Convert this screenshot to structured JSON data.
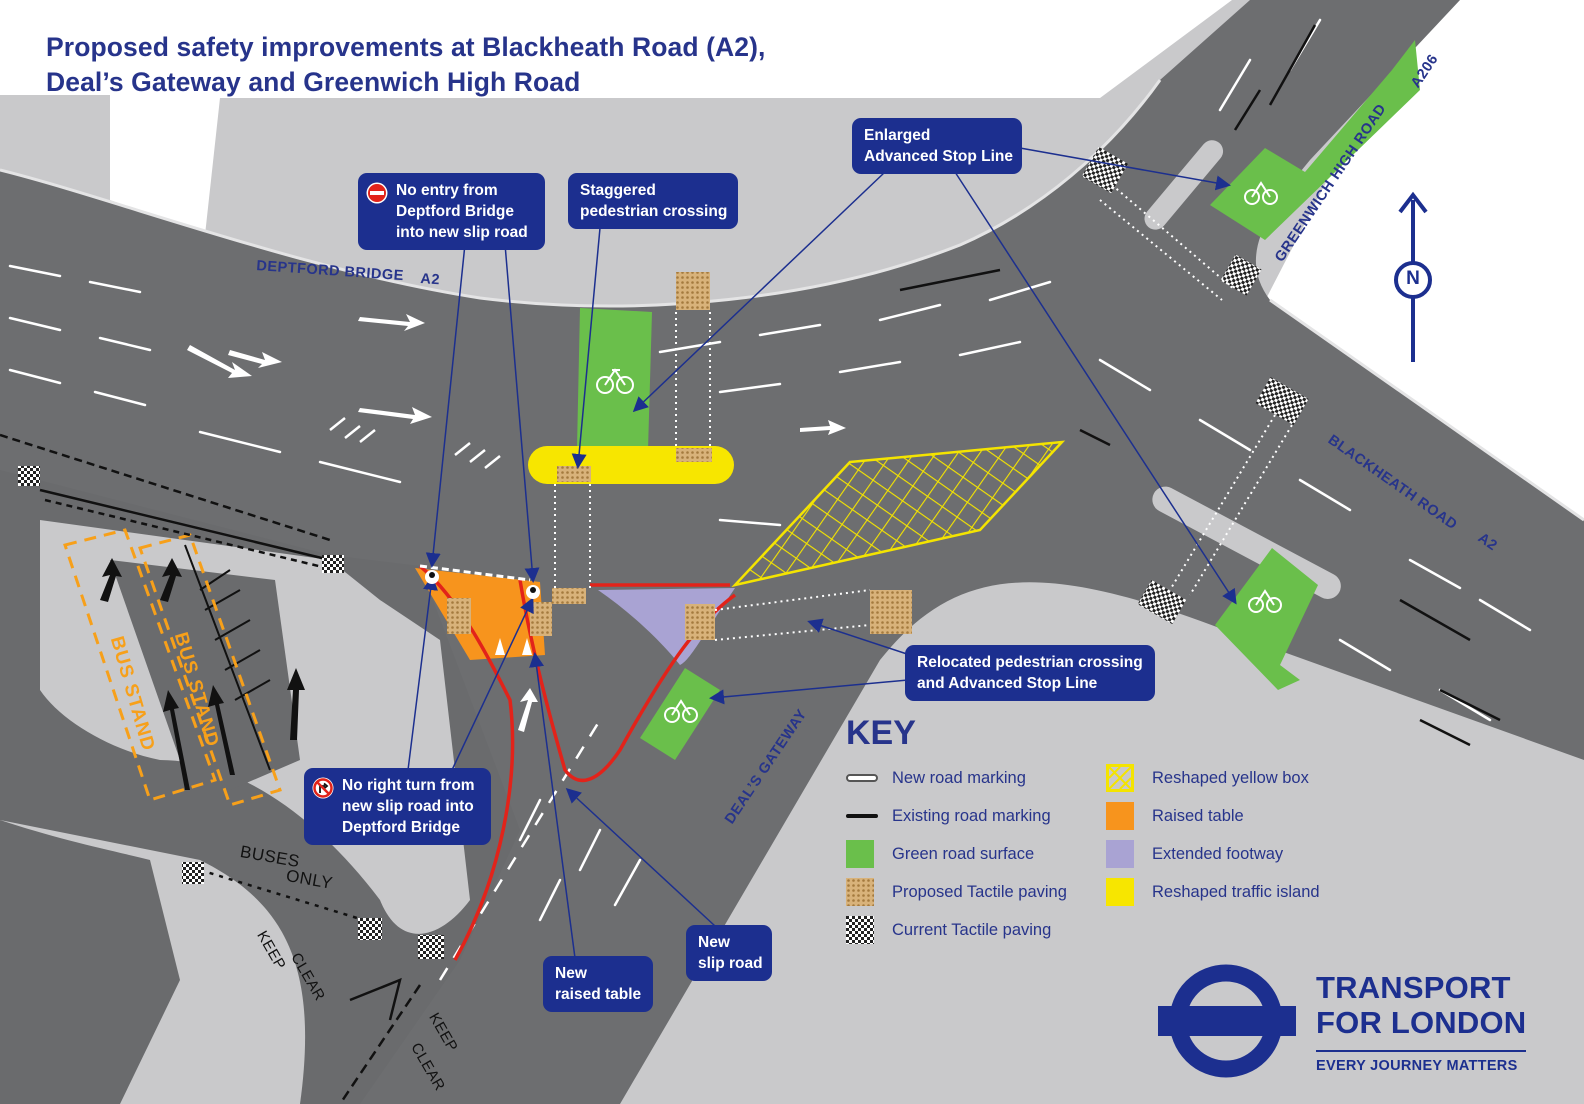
{
  "title": {
    "line1": "Proposed safety improvements at Blackheath Road (A2),",
    "line2": "Deal’s Gateway and Greenwich High Road"
  },
  "road_labels": {
    "deptford_bridge": "DEPTFORD BRIDGE",
    "deptford_bridge_a2": "A2",
    "greenwich_high_road": "GREENWICH HIGH ROAD",
    "greenwich_a206": "A206",
    "blackheath_road": "BLACKHEATH ROAD",
    "blackheath_a2": "A2",
    "deals_gateway": "DEAL’S GATEWAY"
  },
  "road_markings": {
    "bus_stand_1": "BUS STAND",
    "bus_stand_2": "BUS STAND",
    "buses": "BUSES",
    "only": "ONLY",
    "keep_clear_1_a": "KEEP",
    "keep_clear_1_b": "CLEAR",
    "keep_clear_2_a": "KEEP",
    "keep_clear_2_b": "CLEAR"
  },
  "compass": {
    "label": "N"
  },
  "callouts": {
    "no_entry": {
      "line1": "No entry from",
      "line2": "Deptford Bridge",
      "line3": "into new slip road",
      "icon": "no-entry-icon"
    },
    "staggered": {
      "line1": "Staggered",
      "line2": "pedestrian crossing"
    },
    "enlarged": {
      "line1": "Enlarged",
      "line2": "Advanced Stop Line"
    },
    "relocated": {
      "line1": "Relocated pedestrian crossing",
      "line2": "and Advanced Stop Line"
    },
    "no_right_turn": {
      "line1": "No right turn from",
      "line2": "new slip road into",
      "line3": "Deptford Bridge",
      "icon": "no-right-turn-icon"
    },
    "new_slip_road": {
      "line1": "New",
      "line2": "slip road"
    },
    "new_raised_table": {
      "line1": "New",
      "line2": "raised table"
    }
  },
  "key": {
    "title": "KEY",
    "items": [
      {
        "label": "New road marking",
        "swatch": "new-road-marking"
      },
      {
        "label": "Existing road marking",
        "swatch": "existing-road-marking"
      },
      {
        "label": "Green road surface",
        "swatch": "green-road-surface"
      },
      {
        "label": "Proposed Tactile paving",
        "swatch": "proposed-tactile"
      },
      {
        "label": "Current Tactile paving",
        "swatch": "current-tactile"
      },
      {
        "label": "Reshaped yellow box",
        "swatch": "yellow-box"
      },
      {
        "label": "Raised table",
        "swatch": "raised-table"
      },
      {
        "label": "Extended footway",
        "swatch": "extended-footway"
      },
      {
        "label": "Reshaped traffic island",
        "swatch": "traffic-island"
      }
    ]
  },
  "logo": {
    "line1": "TRANSPORT",
    "line2": "FOR LONDON",
    "tagline": "EVERY JOURNEY MATTERS"
  },
  "colors": {
    "road": "#6d6e70",
    "footway": "#c6c6c8",
    "background": "#ffffff",
    "green_surface": "#6abf4b",
    "yellow": "#f7e600",
    "raised_table": "#f7941d",
    "extended_footway": "#a9a3d3",
    "tactile_proposed": "#c8a068",
    "slip_road_red": "#e2231a",
    "tfl_blue": "#1c2f8f",
    "title_blue": "#27348b"
  }
}
